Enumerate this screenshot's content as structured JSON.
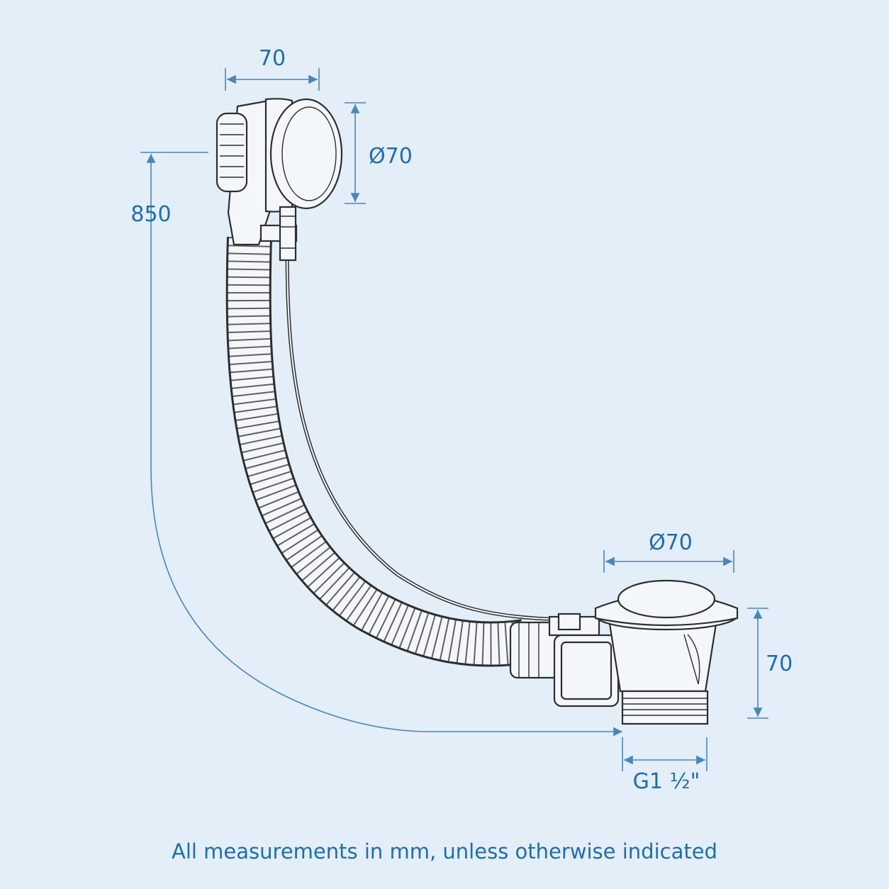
{
  "dimensions": {
    "overflow_width": "70",
    "overflow_diameter": "Ø70",
    "hose_length": "850",
    "waste_diameter": "Ø70",
    "waste_height": "70",
    "thread_size": "G1 ½\""
  },
  "footnote": "All measurements in mm, unless otherwise indicated",
  "colors": {
    "background": "#e3eef9",
    "dimension": "#1f6ea8",
    "outline": "#2e2e2e"
  }
}
